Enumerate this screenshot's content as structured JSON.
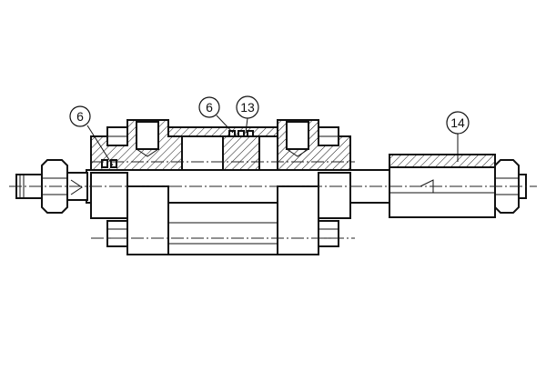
{
  "callouts": [
    {
      "label": "6"
    },
    {
      "label": "6"
    },
    {
      "label": "13"
    },
    {
      "label": "14"
    }
  ]
}
